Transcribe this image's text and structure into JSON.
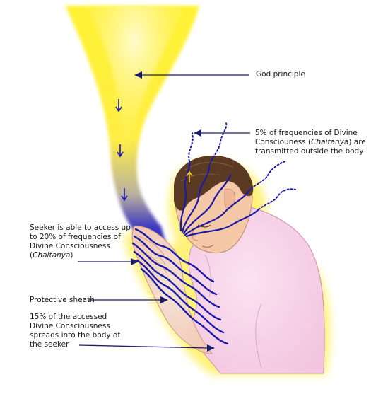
{
  "labels": {
    "god_principle": "God principle",
    "transmitted": {
      "line1": "5% of frequencies of Divine",
      "line2_pre": "Consciouness (",
      "line2_italic": "Chaitanya",
      "line2_post": ") are",
      "line3": "transmitted outside the body"
    },
    "seeker_access": {
      "line1": "Seeker is able to access up",
      "line2": "to 20% of frequencies of",
      "line3": "Divine Consciousness",
      "line4_pre": "(",
      "line4_italic": "Chaitanya",
      "line4_post": ")"
    },
    "protective_sheath": "Protective sheath",
    "spreads": {
      "line1": "15% of the accessed",
      "line2": "Divine Consciousness",
      "line3": "spreads into the body of",
      "line4": "the seeker"
    }
  },
  "colors": {
    "divine_yellow": "#ffee33",
    "frequency_blue": "#1a1aa8",
    "arrow_navy": "#1c1c6e",
    "skin": "#f5c8a8",
    "hair": "#5a3a22",
    "shirt": "#f6d2e8",
    "aura": "#fff27a"
  }
}
